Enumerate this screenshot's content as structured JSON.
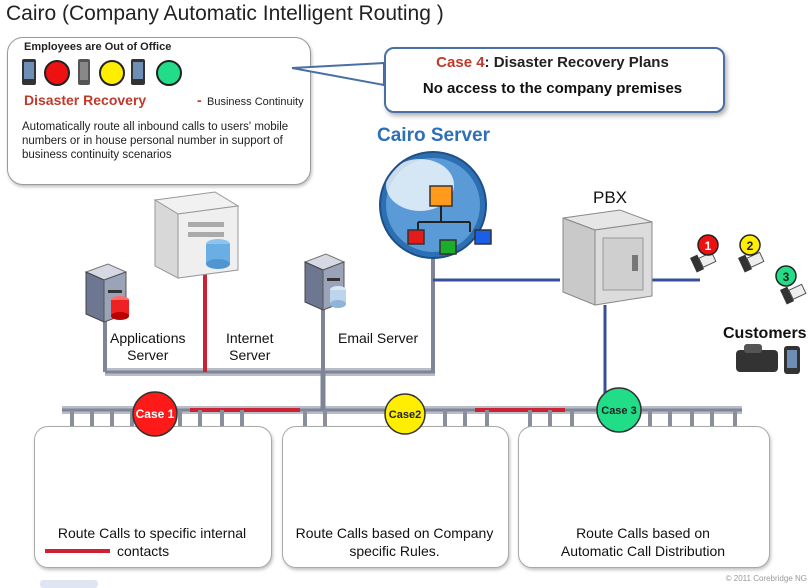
{
  "title": "Cairo (Company Automatic Intelligent Routing )",
  "callout": {
    "heading": "Employees  are Out of Office",
    "dr_title": "Disaster Recovery",
    "dr_sep": "-",
    "dr_subtitle": "Business Continuity",
    "description": "Automatically route all inbound calls to users' mobile numbers or in house personal number in support of business continuity scenarios"
  },
  "case4": {
    "label": "Case 4",
    "title": ": Disaster Recovery Plans",
    "subtitle": "No access to the company premises"
  },
  "server": {
    "title": "Cairo Server"
  },
  "pbx": {
    "label": "PBX"
  },
  "labels": {
    "applications_server": "Applications\nServer",
    "internet_server": "Internet\nServer",
    "email_server": "Email Server",
    "customers": "Customers"
  },
  "customer_numbers": [
    "1",
    "2",
    "3"
  ],
  "cases": [
    {
      "label": "Case 1",
      "color": "#ff1a1a"
    },
    {
      "label": "Case2",
      "color": "#ffee00"
    },
    {
      "label": "Case 3",
      "color": "#22dd88"
    }
  ],
  "groups": [
    {
      "text": "Route Calls to specific internal",
      "legend": "contacts"
    },
    {
      "text": "Route Calls based on Company specific Rules."
    },
    {
      "text": "Route Calls based on Automatic Call Distribution"
    }
  ],
  "status_colors": {
    "red": "#ee1111",
    "yellow": "#ffee00",
    "green": "#22dd88"
  },
  "network_color": "#3a4f9a",
  "link_color": "#cc2233",
  "copyright": "© 2011 Corebridge NG"
}
